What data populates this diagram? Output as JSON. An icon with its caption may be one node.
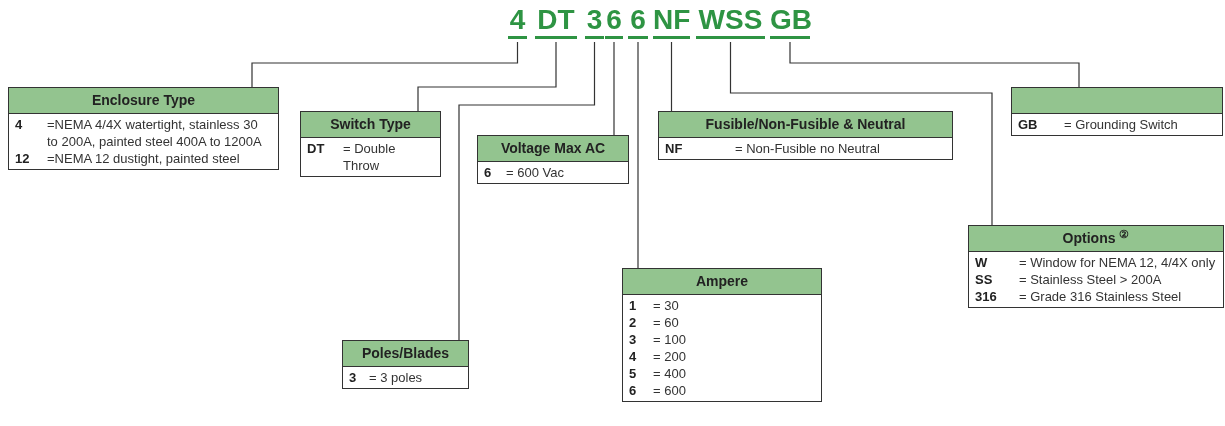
{
  "diagram": {
    "nodes": [
      {
        "text": [
          "4"
        ]
      },
      {
        "text": [
          "DT"
        ]
      },
      {
        "text": [
          "3"
        ]
      },
      {
        "text": [
          "6"
        ]
      },
      {
        "text": [
          "6"
        ]
      },
      {
        "text": [
          "NF"
        ]
      },
      {
        "text": [
          "WSS"
        ]
      },
      {
        "text": [
          "GB"
        ]
      },
      {
        "text": [
          "Enclosure Type",
          "4",
          "=NEMA 4/4X watertight, stainless 30 to 200A, painted steel 400A to 1200A",
          "12",
          "=NEMA 12 dustight, painted steel"
        ]
      },
      {
        "text": [
          "Switch Type",
          "DT",
          "= Double Throw"
        ]
      },
      {
        "text": [
          "Voltage Max AC",
          "6",
          "= 600 Vac"
        ]
      },
      {
        "text": [
          "Fusible/Non-Fusible & Neutral",
          "NF",
          "= Non-Fusible no Neutral"
        ]
      },
      {
        "text": [
          "GB",
          "= Grounding Switch"
        ]
      },
      {
        "text": [
          "Options $^{②}$",
          "W",
          "= Window for NEMA 12, 4/4X only",
          "SS",
          "= Stainless Steel > 200A",
          "316",
          "= Grade 316 Stainless Steel"
        ]
      },
      {
        "text": [
          "Poles/Blades",
          "3",
          "= 3 poles"
        ]
      },
      {
        "text": [
          "Ampere",
          "1",
          "= 30",
          "2",
          "= 60",
          "3",
          "= 100",
          "4",
          "= 200",
          "5",
          "= 400",
          "6",
          "= 600"
        ]
      }
    ],
    "edges": [
      {
        "from": 0,
        "to": 8,
        "arrow": "none"
      },
      {
        "from": 1,
        "to": 9,
        "arrow": "none"
      },
      {
        "from": 2,
        "to": 14,
        "arrow": "none"
      },
      {
        "from": 3,
        "to": 10,
        "arrow": "none"
      },
      {
        "from": 4,
        "to": 15,
        "arrow": "none"
      },
      {
        "from": 5,
        "to": 11,
        "arrow": "none"
      },
      {
        "from": 6,
        "to": 13,
        "arrow": "none"
      },
      {
        "from": 7,
        "to": 12,
        "arrow": "none"
      }
    ]
  }
}
